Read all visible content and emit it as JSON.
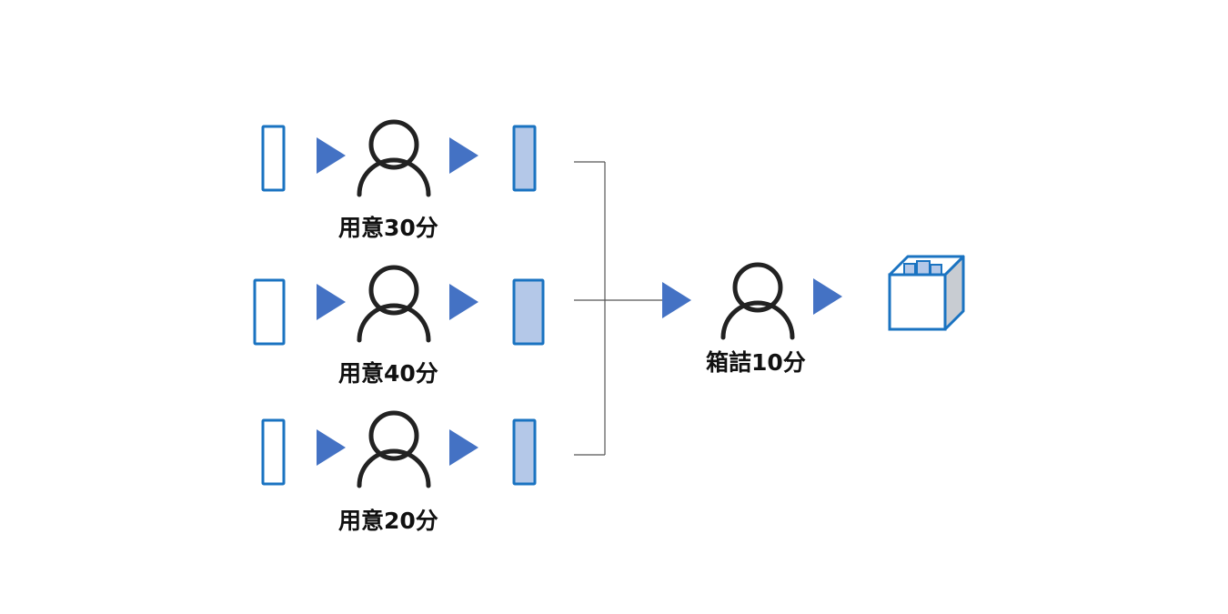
{
  "colors": {
    "outline": "#1a73c1",
    "fill_done": "#b4c8e8",
    "arrow": "#4472c4",
    "person": "#222222",
    "connector": "#555555",
    "box_side": "#c8ccd2"
  },
  "rows": [
    {
      "label": "用意30分",
      "input_icon": "empty-card-icon",
      "output_icon": "filled-card-icon"
    },
    {
      "label": "用意40分",
      "input_icon": "empty-card-icon",
      "output_icon": "filled-card-icon"
    },
    {
      "label": "用意20分",
      "input_icon": "empty-card-icon",
      "output_icon": "filled-card-icon"
    }
  ],
  "packer": {
    "label": "箱詰10分",
    "icon": "person-icon"
  },
  "result": {
    "icon": "packed-box-icon"
  }
}
